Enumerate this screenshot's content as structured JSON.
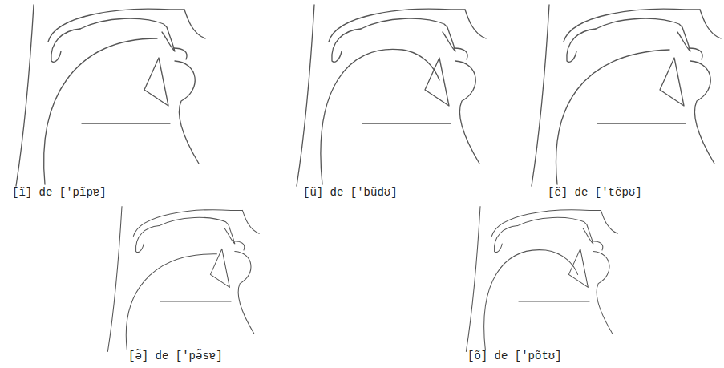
{
  "diagram": {
    "labels": [
      "[ĩ] de ['pĩpɐ]",
      "[ũ] de ['bũdʊ]",
      "[ẽ] de ['tẽpʊ]",
      "[ə̃] de ['pə̃sɐ]",
      "[õ] de ['põtʊ]"
    ]
  }
}
